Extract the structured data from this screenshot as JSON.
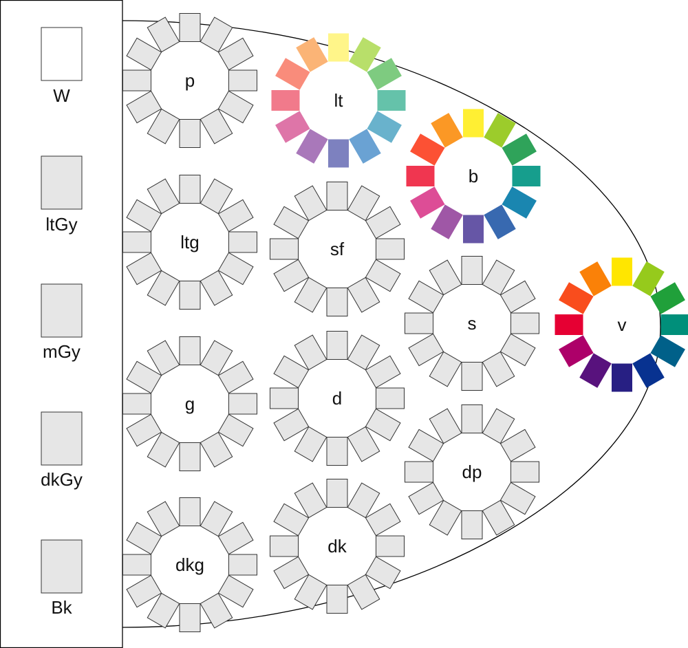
{
  "neutrals": {
    "labels": [
      "W",
      "ltGy",
      "mGy",
      "dkGy",
      "Bk"
    ],
    "white_fill": "#ffffff",
    "gray_fill": "#e6e6e6",
    "stroke": "#333333"
  },
  "tones": [
    {
      "label": "p",
      "colored": false
    },
    {
      "label": "ltg",
      "colored": false
    },
    {
      "label": "g",
      "colored": false
    },
    {
      "label": "dkg",
      "colored": false
    },
    {
      "label": "lt",
      "colored": true,
      "colors": [
        "#fff589",
        "#b8df6a",
        "#7ecb80",
        "#65c2aa",
        "#69b2cc",
        "#6aa2d3",
        "#7d81bf",
        "#a978ba",
        "#de75a8",
        "#f17a8b",
        "#f98c7b",
        "#fbb476"
      ]
    },
    {
      "label": "sf",
      "colored": false
    },
    {
      "label": "d",
      "colored": false
    },
    {
      "label": "dk",
      "colored": false
    },
    {
      "label": "b",
      "colored": true,
      "colors": [
        "#ffef33",
        "#9ccc2b",
        "#2fa35a",
        "#169e8d",
        "#1a86b0",
        "#3869b0",
        "#6656a6",
        "#9f57a6",
        "#dd4d96",
        "#f03650",
        "#fc5134",
        "#fb9825"
      ]
    },
    {
      "label": "s",
      "colored": false
    },
    {
      "label": "dp",
      "colored": false
    },
    {
      "label": "v",
      "colored": true,
      "colors": [
        "#ffe600",
        "#96ca1c",
        "#20a03a",
        "#008f7a",
        "#006089",
        "#083290",
        "#271f83",
        "#58127d",
        "#ad0069",
        "#e60033",
        "#f94d1d",
        "#fa8108"
      ]
    }
  ],
  "gray_swatch_fill": "#e6e6e6",
  "swatch_stroke": "#333333",
  "outline_stroke": "#000000"
}
